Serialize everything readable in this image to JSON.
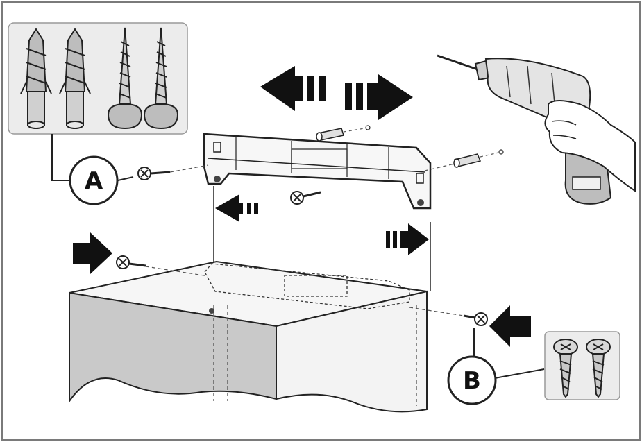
{
  "callouts": [
    {
      "id": "A",
      "label": "A"
    },
    {
      "id": "B",
      "label": "B"
    }
  ],
  "colors": {
    "frame": "#7a7a7a",
    "line": "#222222",
    "arrow": "#111111",
    "inset_bg": "#ececec",
    "cabinet_shade": "#c9c9c9",
    "cabinet_light": "#f3f3f3"
  },
  "parts": {
    "inset_a": [
      "wall-plug",
      "wall-plug",
      "wood-screw",
      "wood-screw"
    ],
    "inset_b": [
      "pan-head-screw",
      "pan-head-screw"
    ]
  }
}
